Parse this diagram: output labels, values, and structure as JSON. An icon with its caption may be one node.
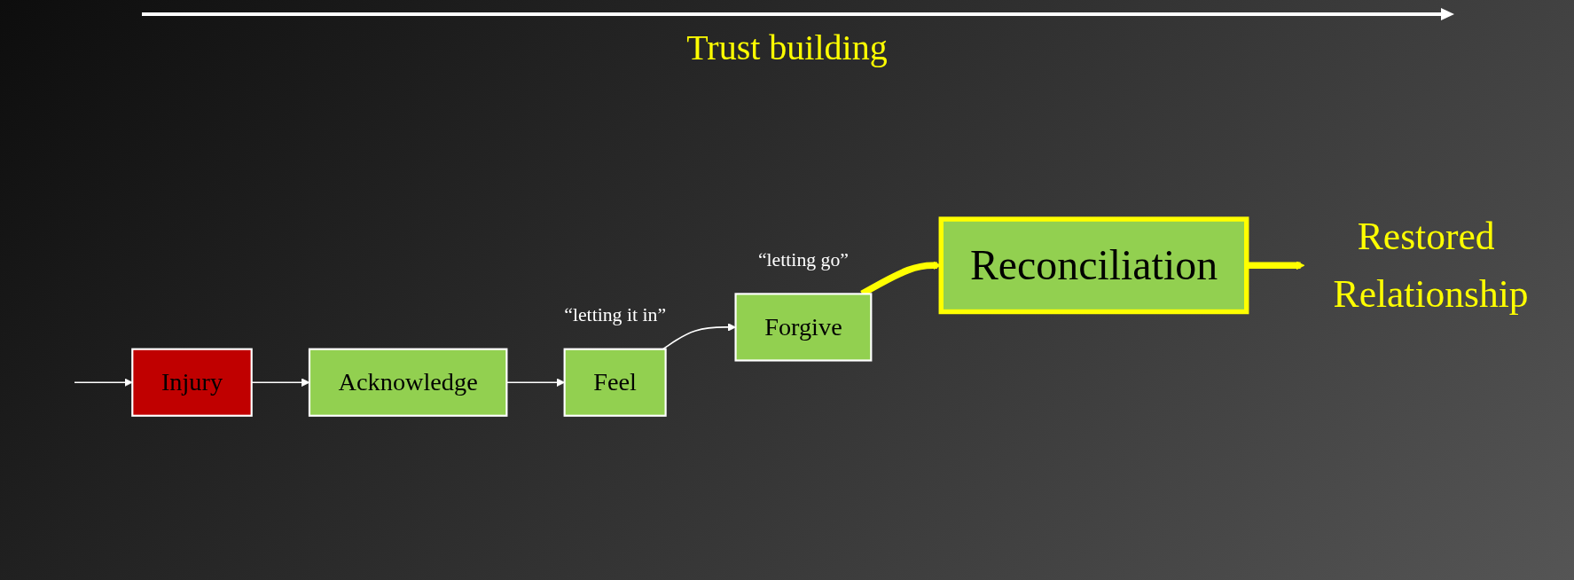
{
  "diagram": {
    "nodes": [
      {
        "text": [
          "Injury"
        ]
      },
      {
        "text": [
          "Acknowledge"
        ]
      },
      {
        "text": [
          "Feel"
        ],
        "beside": [
          "“letting it in”"
        ]
      },
      {
        "text": [
          "Forgive"
        ],
        "beside": [
          "“letting go”"
        ]
      },
      {
        "text": [
          "Reconciliation"
        ]
      },
      {
        "text": [
          "Restored Relationship"
        ]
      }
    ],
    "edges": [
      {
        "from": null,
        "to": 0,
        "arrow": "to"
      },
      {
        "from": 0,
        "to": 1,
        "arrow": "to"
      },
      {
        "from": 1,
        "to": 2,
        "arrow": "to"
      },
      {
        "from": 2,
        "to": 3,
        "arrow": "to"
      },
      {
        "from": 3,
        "to": 4,
        "arrow": "to",
        "style": "thick",
        "color": "#ffff00"
      },
      {
        "from": 4,
        "to": 5,
        "arrow": "to",
        "style": "thick",
        "color": "#ffff00"
      }
    ],
    "labels": [
      "Trust building"
    ]
  }
}
